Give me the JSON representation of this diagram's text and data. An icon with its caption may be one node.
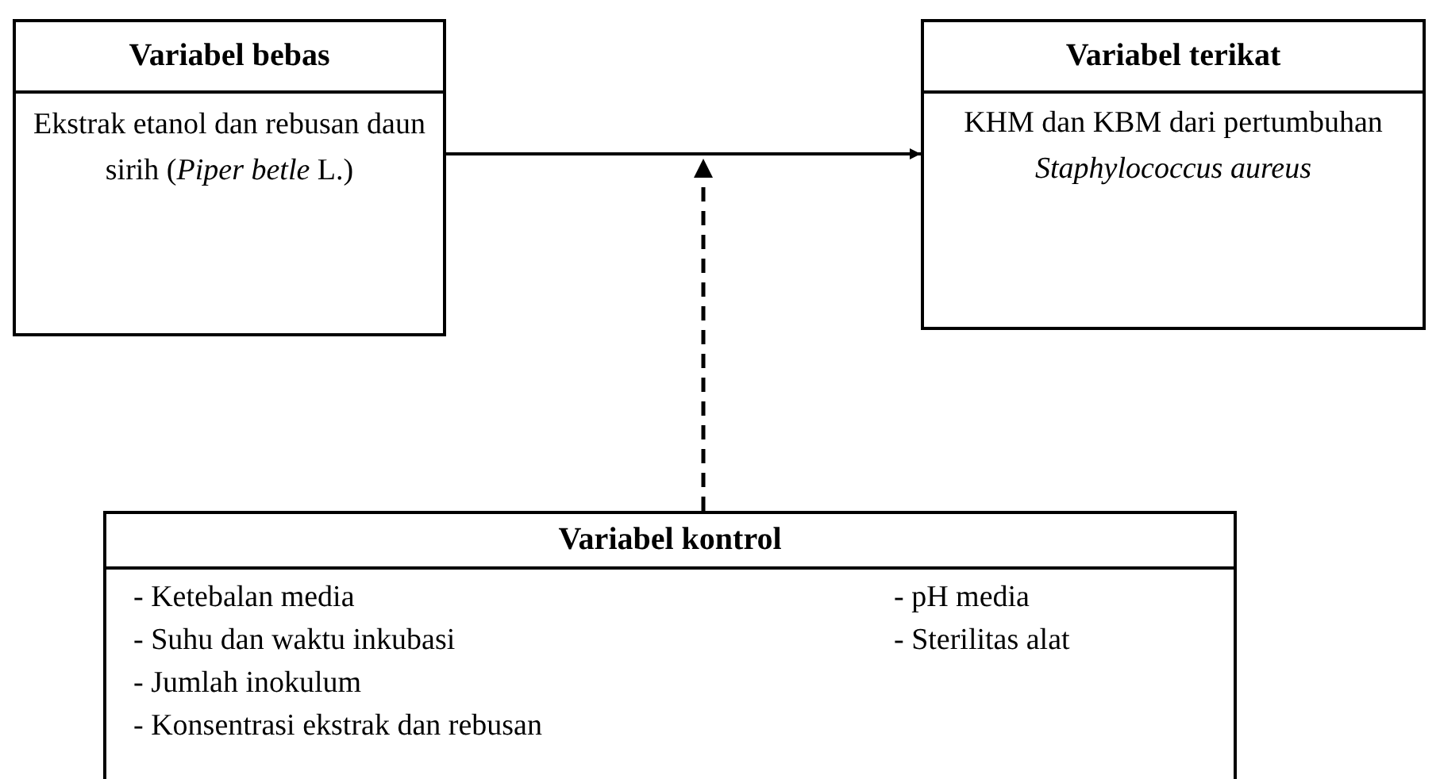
{
  "diagram": {
    "nodes": [
      {
        "text": [
          "Variabel bebas",
          "Ekstrak etanol dan rebusan daun sirih (*Piper betle* L.)"
        ]
      },
      {
        "text": [
          "Variabel terikat",
          "KHM dan KBM  dari pertumbuhan *Staphylococcus aureus*"
        ]
      },
      {
        "text": [
          "Variabel kontrol",
          "- Ketebalan media",
          "- pH media",
          "- Suhu dan waktu inkubasi",
          "- Sterilitas alat",
          "- Jumlah inokulum",
          "- Konsentrasi ekstrak dan rebusan"
        ]
      }
    ],
    "edges": [
      {
        "from": 0,
        "to": 1,
        "arrow": "to"
      },
      {
        "from": 2,
        "to": null,
        "arrow": "to",
        "style": "dashed"
      }
    ]
  }
}
